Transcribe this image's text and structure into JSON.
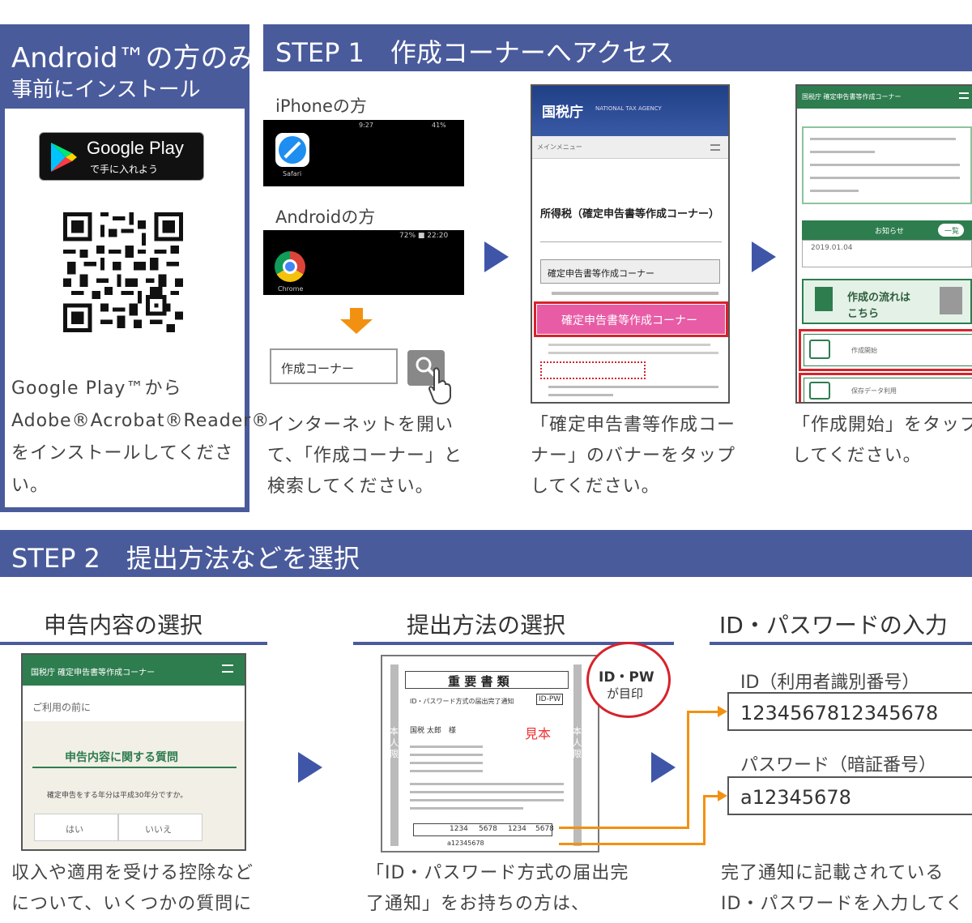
{
  "android_box": {
    "title_line1": "Android™の方のみ",
    "title_line2": "事前にインストール",
    "badge_line1": "Google Play",
    "badge_line2": "で手に入れよう",
    "desc": [
      "Google Play™から",
      "Adobe®Acrobat®Reader®",
      "をインストールしてくださ",
      "い。"
    ]
  },
  "step1": {
    "title": "STEP 1　作成コーナーへアクセス",
    "iphone_label": "iPhoneの方",
    "android_label": "Androidの方",
    "iphone_status_time": "9:27",
    "iphone_status_batt": "41%",
    "android_status": "72% ■ 22:20",
    "safari_label": "Safari",
    "chrome_label": "Chrome",
    "search_text": "作成コーナー",
    "col1_desc": [
      "インターネットを開い",
      "て、「作成コーナー」と",
      "検索してください。"
    ],
    "screen2": {
      "agency": "国税庁",
      "agency_en": "NATIONAL TAX AGENCY",
      "menu": "メインメニュー",
      "heading": "所得税（確定申告書等作成コーナー）",
      "subhead": "確定申告書等作成コーナー",
      "banner": "確定申告書等作成コーナー"
    },
    "col2_desc": [
      "「確定申告書等作成コー",
      "ナー」のバナーをタップ",
      "してください。"
    ],
    "screen3": {
      "header": "国税庁 確定申告書等作成コーナー",
      "notice_label": "お知らせ",
      "notice_btn": "一覧",
      "date": "2019.01.04",
      "flow_text1": "作成の流れは",
      "flow_text2": "こちら",
      "start_label": "作成開始",
      "saved_label": "保存データ利用"
    },
    "col3_desc": [
      "「作成開始」をタップ",
      "してください。"
    ]
  },
  "step2": {
    "title": "STEP 2　提出方法などを選択",
    "sec1_title": "申告内容の選択",
    "sec2_title": "提出方法の選択",
    "sec3_title": "ID・パスワードの入力",
    "screen_a": {
      "header": "国税庁 確定申告書等作成コーナー",
      "before": "ご利用の前に",
      "question_title": "申告内容に関する質問",
      "question": "確定申告をする年分は平成30年分ですか。",
      "yes": "はい",
      "no": "いいえ"
    },
    "doc": {
      "title": "重 要 書 類",
      "subtitle": "ID・パスワード方式の届出完了通知",
      "id_pw_tag": "ID-PW",
      "name": "国税 太郎　様",
      "sample": "見本",
      "side": "本人限",
      "code1": "1234",
      "code2": "5678",
      "code3": "1234",
      "code4": "5678",
      "pw": "a12345678"
    },
    "badge_line1": "ID・PW",
    "badge_line2": "が目印",
    "id_label": "ID（利用者識別番号）",
    "id_value": "1234567812345678",
    "pw_label": "パスワード（暗証番号）",
    "pw_value": "a12345678",
    "col1_desc": [
      "収入や適用を受ける控除など",
      "について、いくつかの質問に"
    ],
    "col2_desc": [
      "「ID・パスワード方式の届出完",
      "了通知」をお持ちの方は、"
    ],
    "col3_desc": [
      "完了通知に記載されている",
      "ID・パスワードを入力してく"
    ]
  },
  "colors": {
    "primary": "#4a5b9c",
    "accent_orange": "#f29111",
    "green": "#2e7d4f",
    "pink": "#e85ca6",
    "red": "#d8222a"
  }
}
